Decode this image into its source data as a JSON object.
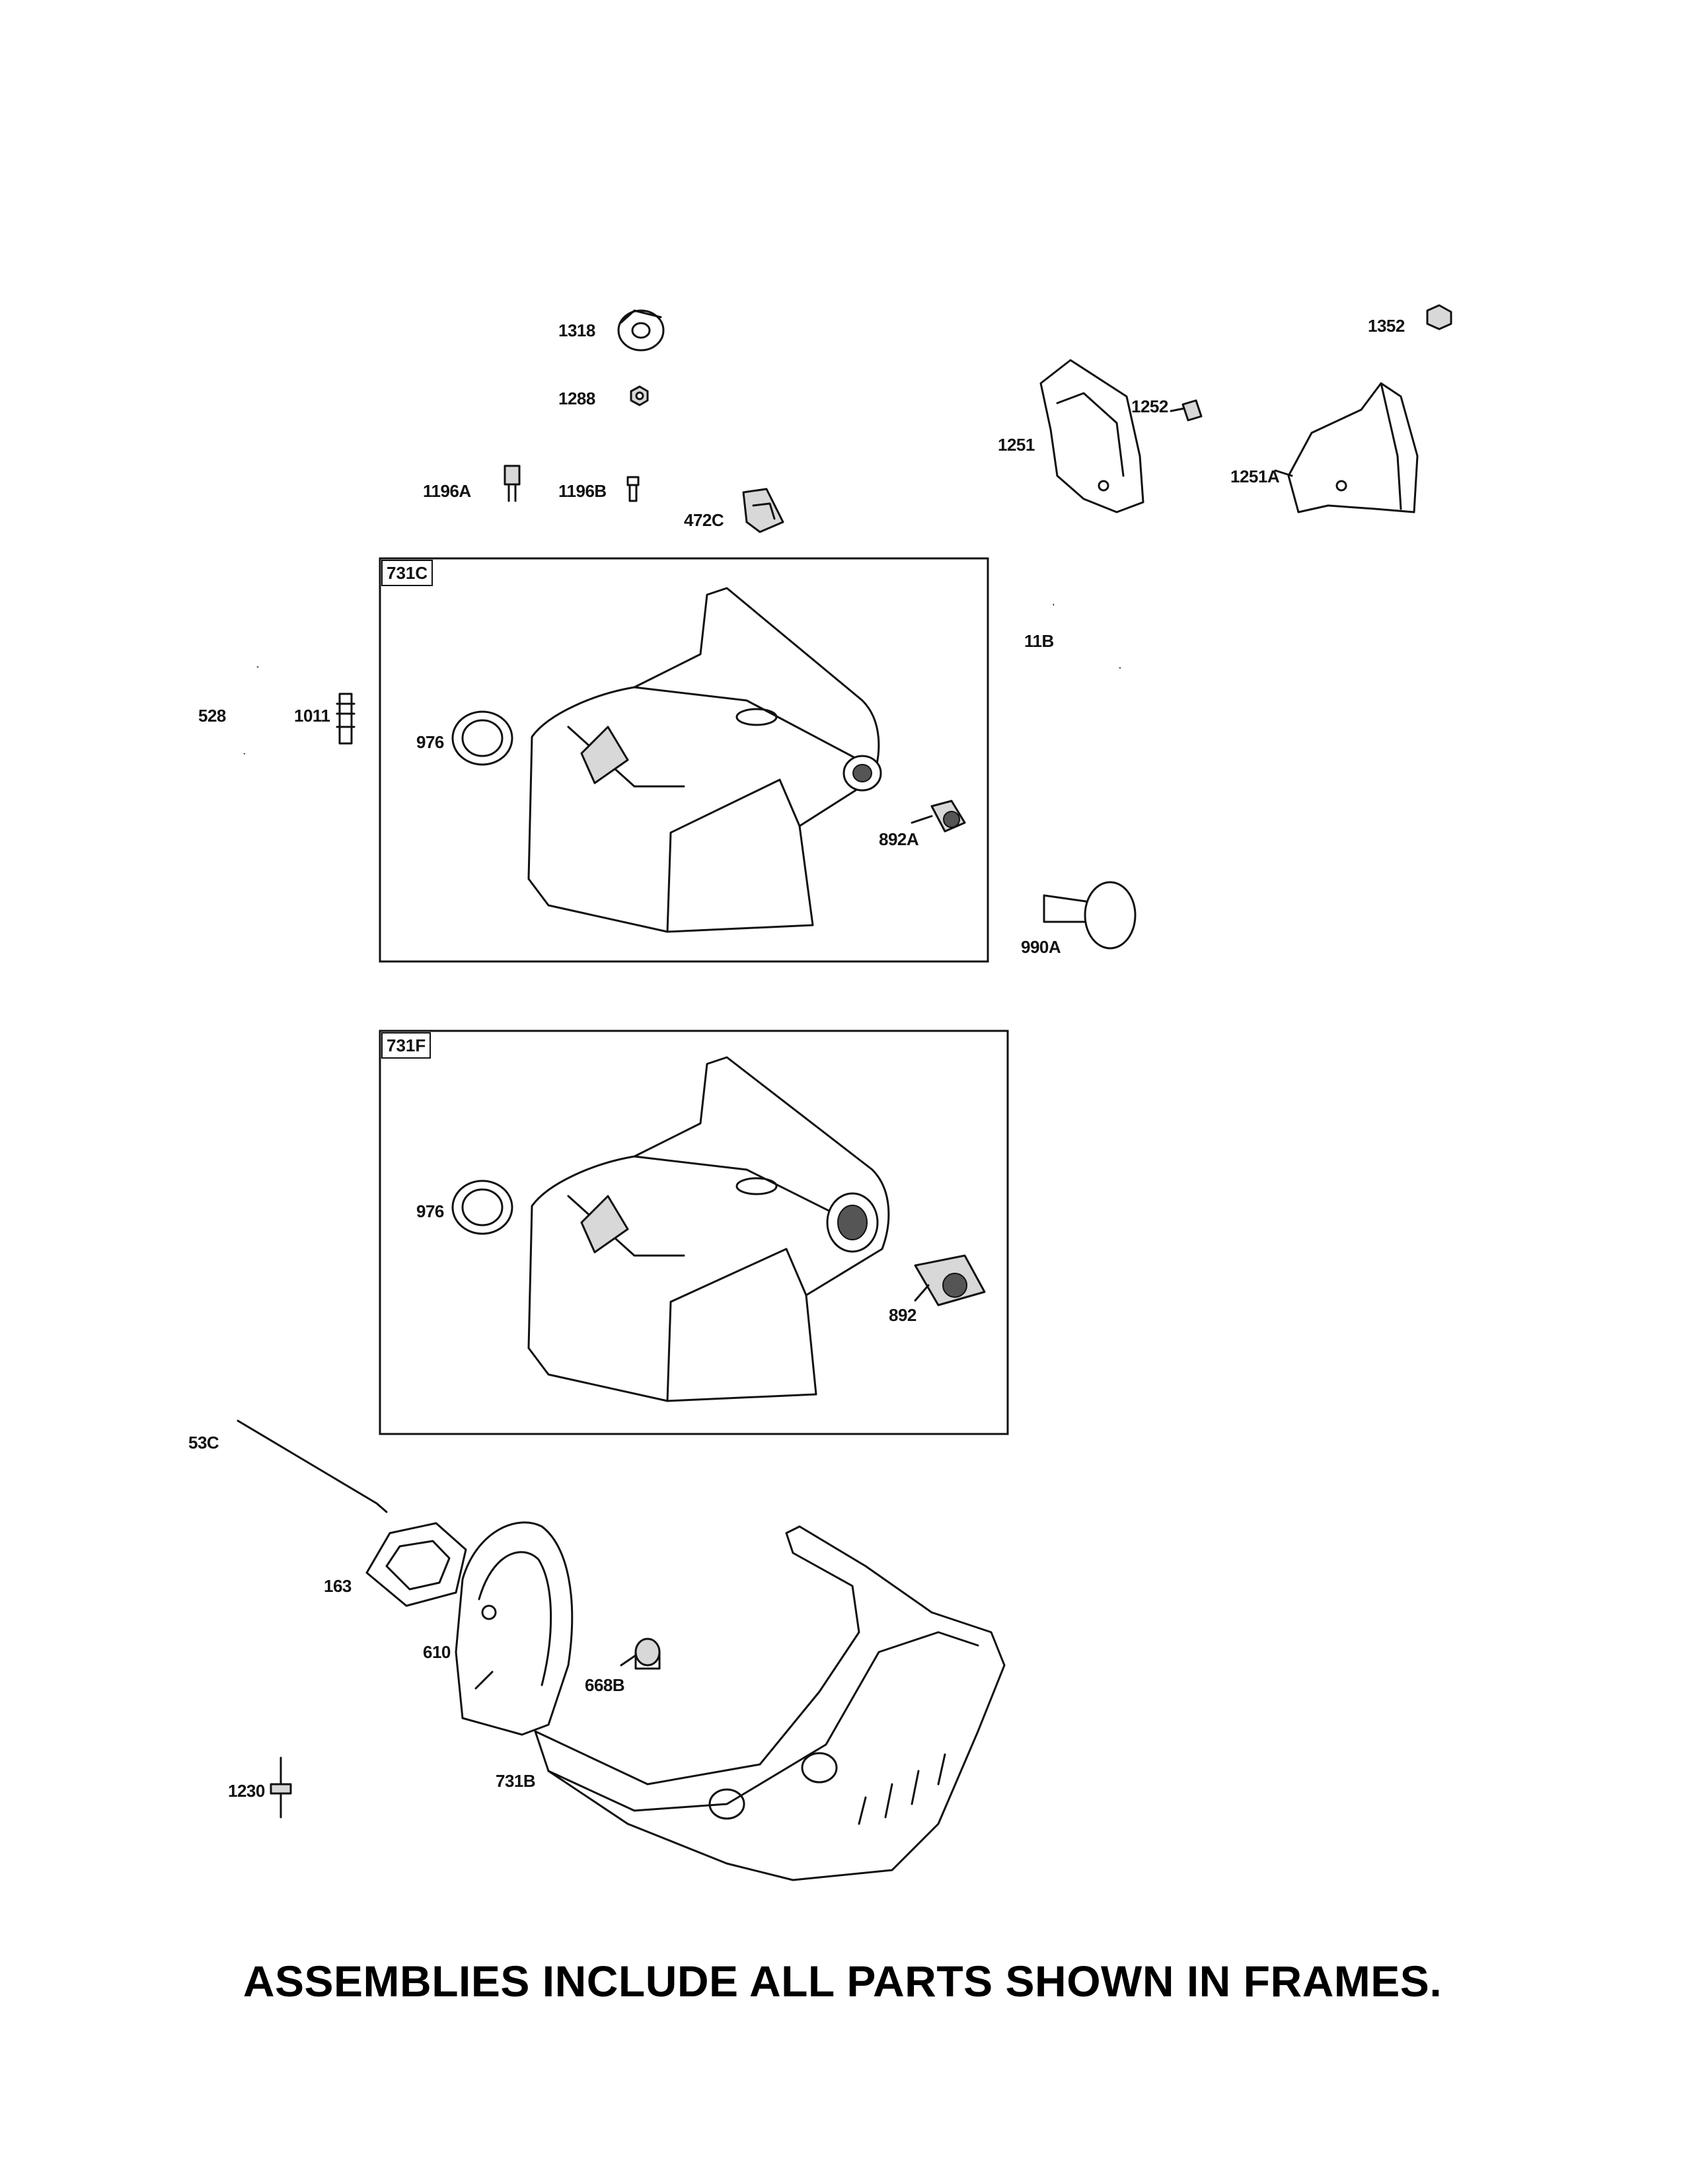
{
  "frames": [
    {
      "id": "731C"
    },
    {
      "id": "731F"
    }
  ],
  "parts": {
    "p1318": "1318",
    "p1288": "1288",
    "p1196A": "1196A",
    "p1196B": "1196B",
    "p472C": "472C",
    "p1251": "1251",
    "p1252": "1252",
    "p1352": "1352",
    "p1251A": "1251A",
    "p11B": "11B",
    "p528": "528",
    "p1011": "1011",
    "p976a": "976",
    "p892A": "892A",
    "p990A": "990A",
    "p976b": "976",
    "p892": "892",
    "p53C": "53C",
    "p163": "163",
    "p610": "610",
    "p668B": "668B",
    "p1230": "1230",
    "p731B": "731B"
  },
  "note": "ASSEMBLIES INCLUDE ALL PARTS SHOWN IN FRAMES."
}
